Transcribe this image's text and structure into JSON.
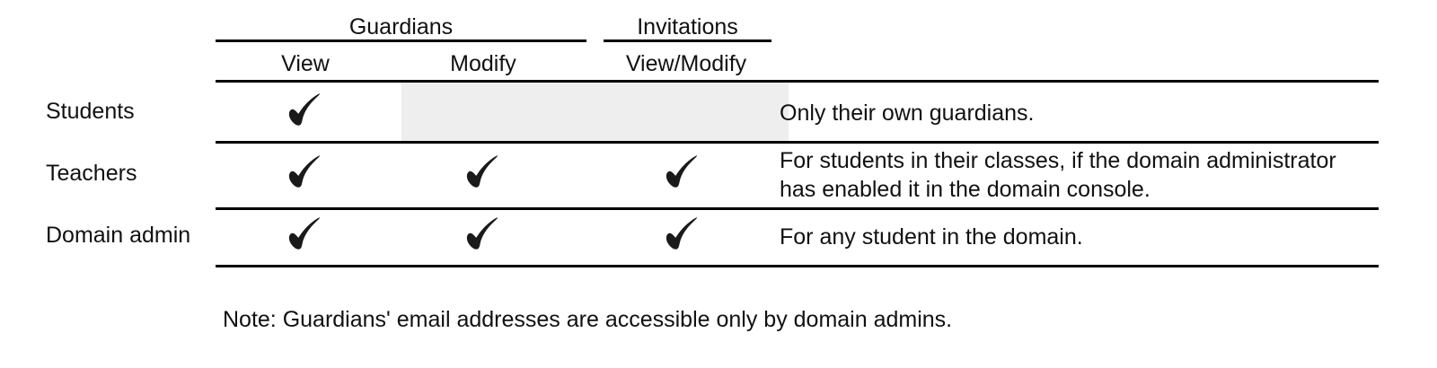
{
  "table": {
    "column_groups": [
      {
        "id": "guardians",
        "label": "Guardians"
      },
      {
        "id": "invitations",
        "label": "Invitations"
      }
    ],
    "columns": [
      {
        "id": "row-header",
        "label": ""
      },
      {
        "id": "view",
        "label": "View"
      },
      {
        "id": "modify",
        "label": "Modify"
      },
      {
        "id": "view-modify",
        "label": "View/Modify"
      },
      {
        "id": "scope",
        "label": ""
      }
    ],
    "rows": [
      {
        "id": "students",
        "label": "Students",
        "guardians_view": "check",
        "guardians_modify": "shaded",
        "invitations_view_modify": "shaded",
        "description": "Only their own guardians."
      },
      {
        "id": "teachers",
        "label": "Teachers",
        "guardians_view": "check",
        "guardians_modify": "check",
        "invitations_view_modify": "check",
        "description": "For students in their classes, if the domain administrator has enabled it in the domain console.",
        "description_line_1": "For students in their classes, if the domain administrator",
        "description_line_2": "has enabled it in the domain console."
      },
      {
        "id": "domain-admin",
        "label": "Domain admin",
        "guardians_view": "check",
        "guardians_modify": "check",
        "invitations_view_modify": "check",
        "description": "For any student in the domain."
      }
    ],
    "check_glyph": "check-mark-icon"
  },
  "note": {
    "text": "Note: Guardians' email addresses are accessible only by domain admins."
  },
  "colors": {
    "rule": "#000000",
    "text": "#111111",
    "shaded_cell": "#eeeeee",
    "background": "#ffffff",
    "check": "#1a1a1a"
  }
}
